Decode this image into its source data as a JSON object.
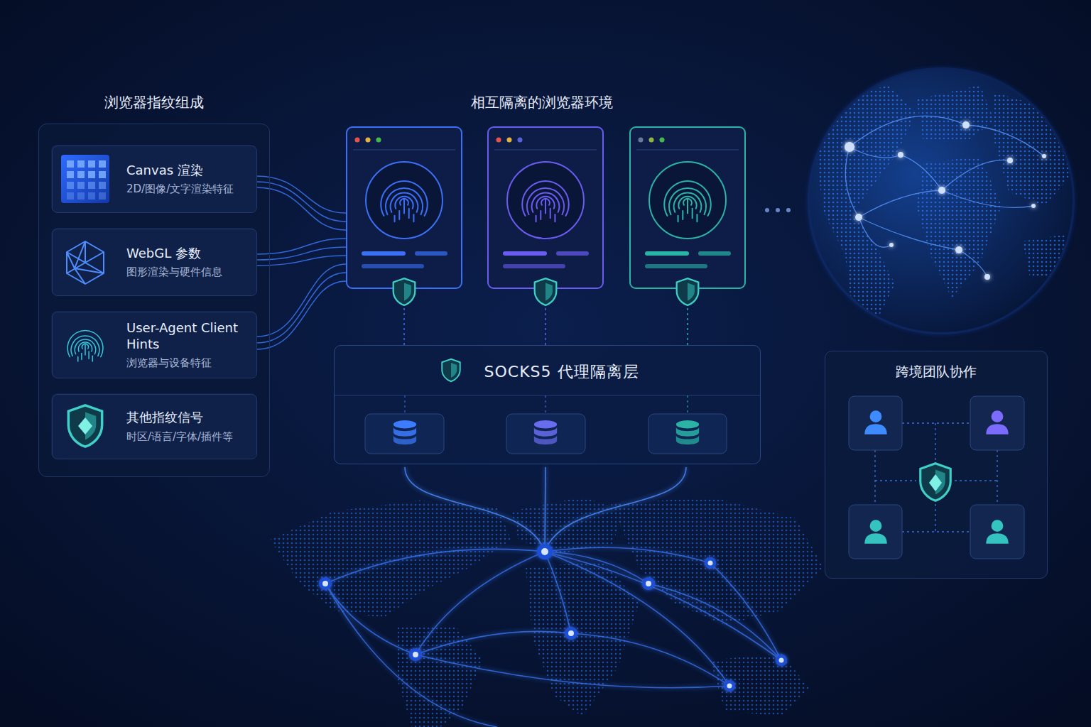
{
  "diagram": {
    "nodes": [
      {
        "text": [
          "浏览器指纹组成"
        ]
      },
      {
        "text": [
          "Canvas 渲染",
          "2D/图像/文字渲染特征"
        ],
        "in": 0
      },
      {
        "text": [
          "WebGL 参数",
          "图形渲染与硬件信息"
        ],
        "in": 0
      },
      {
        "text": [
          "User-Agent Client Hints",
          "浏览器与设备特征"
        ],
        "in": 0
      },
      {
        "text": [
          "其他指纹信号",
          "时区/语言/字体/插件等"
        ],
        "in": 0
      },
      {
        "text": [
          "SOCKS5 代理隔离层"
        ]
      },
      {
        "text": [
          "跨境团队协作"
        ]
      }
    ],
    "labels": [
      "相互隔离的浏览器环境"
    ]
  }
}
